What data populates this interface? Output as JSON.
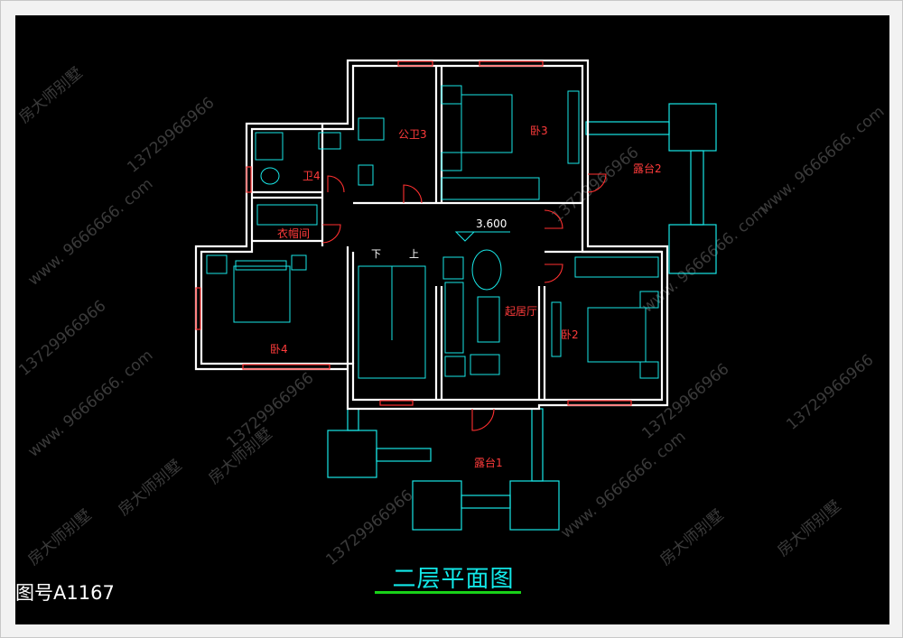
{
  "drawing": {
    "title": "二层平面图",
    "drawing_number": "图号A1167",
    "elevation": "3.600",
    "stair_down": "下",
    "stair_up": "上"
  },
  "rooms": {
    "public_bath_3": "公卫3",
    "bath_4": "卫4",
    "closet": "衣帽间",
    "bedroom_3": "卧3",
    "bedroom_4": "卧4",
    "bedroom_2": "卧2",
    "living_room": "起居厅",
    "terrace_1": "露台1",
    "terrace_2": "露台2"
  },
  "watermark": {
    "phone": "13729966966",
    "site": "www. 9666666. com",
    "brand": "房大师别墅"
  },
  "colors": {
    "background": "#000000",
    "wall": "#ffffff",
    "fixtures": "#18e6e6",
    "door_window": "#ff3030",
    "title": "#12e8e8",
    "title_underline": "#19d219"
  }
}
